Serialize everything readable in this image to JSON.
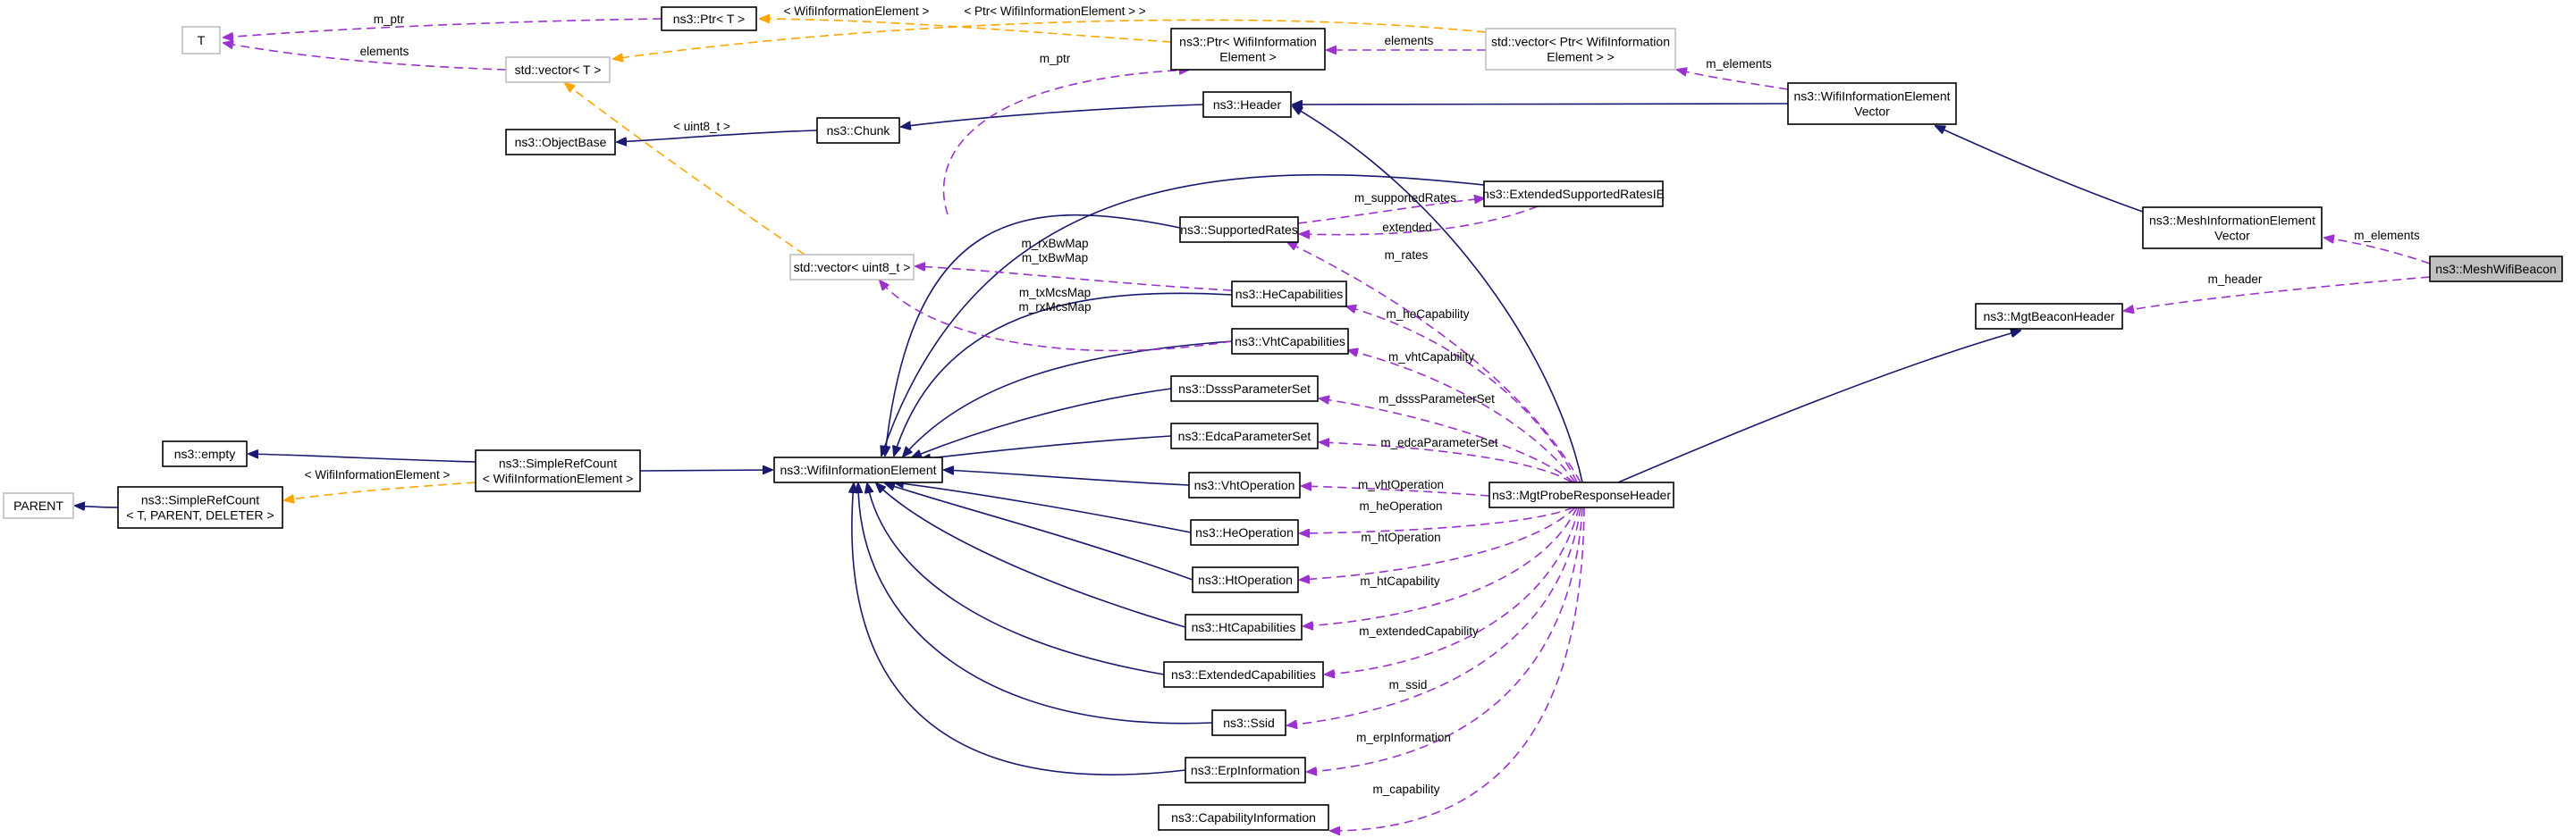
{
  "nodes": [
    {
      "id": "T",
      "lines": [
        "T"
      ],
      "style": "gray"
    },
    {
      "id": "ptrT",
      "lines": [
        "ns3::Ptr< T >"
      ],
      "style": "normal"
    },
    {
      "id": "ptrWIE",
      "lines": [
        "ns3::Ptr< WifiInformation",
        "Element >"
      ],
      "style": "normal"
    },
    {
      "id": "vecPtr",
      "lines": [
        "std::vector< Ptr< WifiInformation",
        "Element > >"
      ],
      "style": "gray"
    },
    {
      "id": "vecT",
      "lines": [
        "std::vector< T >"
      ],
      "style": "gray"
    },
    {
      "id": "objectBase",
      "lines": [
        "ns3::ObjectBase"
      ],
      "style": "normal"
    },
    {
      "id": "chunk",
      "lines": [
        "ns3::Chunk"
      ],
      "style": "normal"
    },
    {
      "id": "header",
      "lines": [
        "ns3::Header"
      ],
      "style": "normal"
    },
    {
      "id": "wieVector",
      "lines": [
        "ns3::WifiInformationElement",
        "Vector"
      ],
      "style": "normal"
    },
    {
      "id": "extRates",
      "lines": [
        "ns3::ExtendedSupportedRatesIE"
      ],
      "style": "normal"
    },
    {
      "id": "suppRates",
      "lines": [
        "ns3::SupportedRates"
      ],
      "style": "normal"
    },
    {
      "id": "meshIEV",
      "lines": [
        "ns3::MeshInformationElement",
        "Vector"
      ],
      "style": "normal"
    },
    {
      "id": "meshBeacon",
      "lines": [
        "ns3::MeshWifiBeacon"
      ],
      "style": "focus"
    },
    {
      "id": "vecU8",
      "lines": [
        "std::vector< uint8_t >"
      ],
      "style": "gray"
    },
    {
      "id": "heCap",
      "lines": [
        "ns3::HeCapabilities"
      ],
      "style": "normal"
    },
    {
      "id": "mgtBeacon",
      "lines": [
        "ns3::MgtBeaconHeader"
      ],
      "style": "normal"
    },
    {
      "id": "vhtCap",
      "lines": [
        "ns3::VhtCapabilities"
      ],
      "style": "normal"
    },
    {
      "id": "dsss",
      "lines": [
        "ns3::DsssParameterSet"
      ],
      "style": "normal"
    },
    {
      "id": "edca",
      "lines": [
        "ns3::EdcaParameterSet"
      ],
      "style": "normal"
    },
    {
      "id": "empty",
      "lines": [
        "ns3::empty"
      ],
      "style": "normal"
    },
    {
      "id": "simpleRefWIE",
      "lines": [
        "ns3::SimpleRefCount",
        "< WifiInformationElement >"
      ],
      "style": "normal"
    },
    {
      "id": "wie",
      "lines": [
        "ns3::WifiInformationElement"
      ],
      "style": "normal"
    },
    {
      "id": "vhtOp",
      "lines": [
        "ns3::VhtOperation"
      ],
      "style": "normal"
    },
    {
      "id": "probeResp",
      "lines": [
        "ns3::MgtProbeResponseHeader"
      ],
      "style": "normal"
    },
    {
      "id": "parent",
      "lines": [
        "PARENT"
      ],
      "style": "gray"
    },
    {
      "id": "simpleRefT",
      "lines": [
        "ns3::SimpleRefCount",
        "< T, PARENT, DELETER >"
      ],
      "style": "normal"
    },
    {
      "id": "heOp",
      "lines": [
        "ns3::HeOperation"
      ],
      "style": "normal"
    },
    {
      "id": "htOp",
      "lines": [
        "ns3::HtOperation"
      ],
      "style": "normal"
    },
    {
      "id": "htCap",
      "lines": [
        "ns3::HtCapabilities"
      ],
      "style": "normal"
    },
    {
      "id": "extCap",
      "lines": [
        "ns3::ExtendedCapabilities"
      ],
      "style": "normal"
    },
    {
      "id": "ssid",
      "lines": [
        "ns3::Ssid"
      ],
      "style": "normal"
    },
    {
      "id": "erp",
      "lines": [
        "ns3::ErpInformation"
      ],
      "style": "normal"
    },
    {
      "id": "capInfo",
      "lines": [
        "ns3::CapabilityInformation"
      ],
      "style": "normal"
    }
  ],
  "edges": [
    {
      "id": "e1",
      "from": "ptrT",
      "to": "T",
      "kind": "usage",
      "label": "m_ptr"
    },
    {
      "id": "e2",
      "from": "vecT",
      "to": "T",
      "kind": "usage",
      "label": "elements"
    },
    {
      "id": "e3",
      "from": "ptrWIE",
      "to": "ptrT",
      "kind": "template",
      "label": "< WifiInformationElement >"
    },
    {
      "id": "e4",
      "from": "vecPtr",
      "to": "vecT",
      "kind": "template",
      "label": "< Ptr< WifiInformationElement > >"
    },
    {
      "id": "e5",
      "from": "vecPtr",
      "to": "ptrWIE",
      "kind": "usage",
      "label": "elements"
    },
    {
      "id": "e6",
      "from": "vecU8",
      "to": "vecT",
      "kind": "template",
      "label": "< uint8_t >"
    },
    {
      "id": "e7",
      "from": "chunk",
      "to": "objectBase",
      "kind": "inherit",
      "label": ""
    },
    {
      "id": "e8",
      "from": "header",
      "to": "chunk",
      "kind": "inherit",
      "label": ""
    },
    {
      "id": "e9",
      "from": "wieVector",
      "to": "header",
      "kind": "inherit",
      "label": ""
    },
    {
      "id": "e10",
      "from": "wieVector",
      "to": "vecPtr",
      "kind": "usage",
      "label": "m_elements"
    },
    {
      "id": "e11",
      "from": "meshIEV",
      "to": "wieVector",
      "kind": "inherit",
      "label": ""
    },
    {
      "id": "e12",
      "from": "meshBeacon",
      "to": "meshIEV",
      "kind": "usage",
      "label": "m_elements"
    },
    {
      "id": "e13",
      "from": "meshBeacon",
      "to": "mgtBeacon",
      "kind": "usage",
      "label": "m_header"
    },
    {
      "id": "e14",
      "from": "probeResp",
      "to": "mgtBeacon",
      "kind": "inherit",
      "label": ""
    },
    {
      "id": "e15",
      "from": "probeResp",
      "to": "header",
      "kind": "inherit",
      "label": ""
    },
    {
      "id": "e16",
      "from": "wie",
      "to": "ptrWIE",
      "kind": "usage",
      "label": "m_ptr"
    },
    {
      "id": "e17",
      "from": "empty",
      "to": "simpleRefWIE",
      "kind": "inherit",
      "label": ""
    },
    {
      "id": "e18",
      "from": "simpleRefWIE",
      "to": "wie",
      "kind": "inherit",
      "label": ""
    },
    {
      "id": "e19",
      "from": "simpleRefWIE",
      "to": "simpleRefT",
      "kind": "template",
      "label": "< WifiInformationElement >"
    },
    {
      "id": "e20",
      "from": "parent",
      "to": "simpleRefT",
      "kind": "inherit",
      "label": ""
    },
    {
      "id": "e21",
      "from": "extRates",
      "to": "wie",
      "kind": "inherit",
      "label": ""
    },
    {
      "id": "e22",
      "from": "suppRates",
      "to": "wie",
      "kind": "inherit",
      "label": ""
    },
    {
      "id": "e23",
      "from": "heCap",
      "to": "wie",
      "kind": "inherit",
      "label": ""
    },
    {
      "id": "e24",
      "from": "vhtCap",
      "to": "wie",
      "kind": "inherit",
      "label": ""
    },
    {
      "id": "e25",
      "from": "dsss",
      "to": "wie",
      "kind": "inherit",
      "label": ""
    },
    {
      "id": "e26",
      "from": "edca",
      "to": "wie",
      "kind": "inherit",
      "label": ""
    },
    {
      "id": "e27",
      "from": "vhtOp",
      "to": "wie",
      "kind": "inherit",
      "label": ""
    },
    {
      "id": "e28",
      "from": "heOp",
      "to": "wie",
      "kind": "inherit",
      "label": ""
    },
    {
      "id": "e29",
      "from": "htOp",
      "to": "wie",
      "kind": "inherit",
      "label": ""
    },
    {
      "id": "e30",
      "from": "htCap",
      "to": "wie",
      "kind": "inherit",
      "label": ""
    },
    {
      "id": "e31",
      "from": "extCap",
      "to": "wie",
      "kind": "inherit",
      "label": ""
    },
    {
      "id": "e32",
      "from": "ssid",
      "to": "wie",
      "kind": "inherit",
      "label": ""
    },
    {
      "id": "e33",
      "from": "erp",
      "to": "wie",
      "kind": "inherit",
      "label": ""
    },
    {
      "id": "e34",
      "from": "suppRates",
      "to": "extRates",
      "kind": "usage",
      "label": "m_supportedRates"
    },
    {
      "id": "e35",
      "from": "extRates",
      "to": "suppRates",
      "kind": "usage",
      "label": "extended"
    },
    {
      "id": "e36",
      "from": "heCap",
      "to": "vecU8",
      "kind": "usage",
      "label": "m_rxBwMap\nm_txBwMap"
    },
    {
      "id": "e37",
      "from": "vhtCap",
      "to": "vecU8",
      "kind": "usage",
      "label": "m_txMcsMap\nm_rxMcsMap"
    },
    {
      "id": "e38",
      "from": "probeResp",
      "to": "suppRates",
      "kind": "usage",
      "label": "m_rates"
    },
    {
      "id": "e39",
      "from": "probeResp",
      "to": "heCap",
      "kind": "usage",
      "label": "m_heCapability"
    },
    {
      "id": "e40",
      "from": "probeResp",
      "to": "vhtCap",
      "kind": "usage",
      "label": "m_vhtCapability"
    },
    {
      "id": "e41",
      "from": "probeResp",
      "to": "dsss",
      "kind": "usage",
      "label": "m_dsssParameterSet"
    },
    {
      "id": "e42",
      "from": "probeResp",
      "to": "edca",
      "kind": "usage",
      "label": "m_edcaParameterSet"
    },
    {
      "id": "e43",
      "from": "probeResp",
      "to": "vhtOp",
      "kind": "usage",
      "label": "m_vhtOperation"
    },
    {
      "id": "e44",
      "from": "probeResp",
      "to": "heOp",
      "kind": "usage",
      "label": "m_heOperation"
    },
    {
      "id": "e45",
      "from": "probeResp",
      "to": "htOp",
      "kind": "usage",
      "label": "m_htOperation"
    },
    {
      "id": "e46",
      "from": "probeResp",
      "to": "htCap",
      "kind": "usage",
      "label": "m_htCapability"
    },
    {
      "id": "e47",
      "from": "probeResp",
      "to": "extCap",
      "kind": "usage",
      "label": "m_extendedCapability"
    },
    {
      "id": "e48",
      "from": "probeResp",
      "to": "ssid",
      "kind": "usage",
      "label": "m_ssid"
    },
    {
      "id": "e49",
      "from": "probeResp",
      "to": "erp",
      "kind": "usage",
      "label": "m_erpInformation"
    },
    {
      "id": "e50",
      "from": "probeResp",
      "to": "capInfo",
      "kind": "usage",
      "label": "m_capability"
    }
  ],
  "colors": {
    "inherit": "#191970",
    "usage": "#9a32cd",
    "template": "#ffa500",
    "focus_fill": "#bfbfbf",
    "gray_border": "#bfbfbf"
  }
}
